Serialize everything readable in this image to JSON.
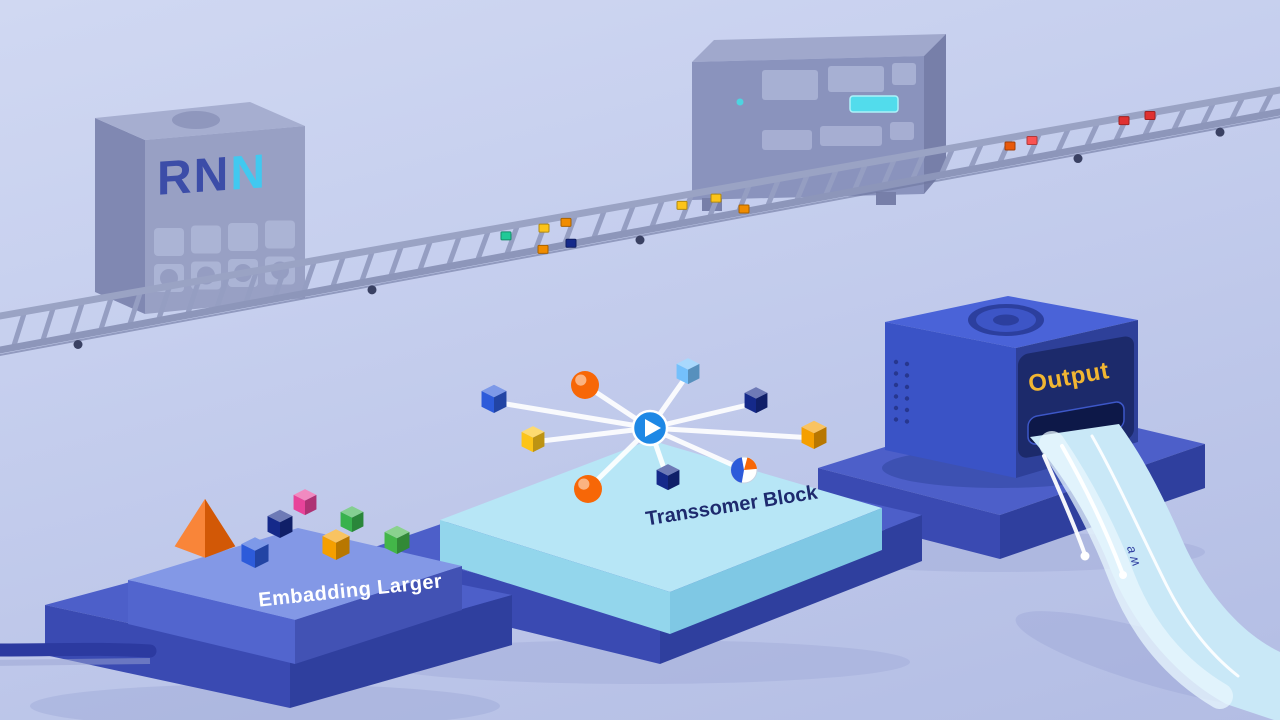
{
  "labels": {
    "rnn_dark": "RN",
    "rnn_cyan": "N",
    "embedding_board": "Embadding Larger",
    "transformer_board": "Transsomer Block",
    "output": "Output",
    "stream_annotation": "a ʍ"
  },
  "colors": {
    "background_top": "#d0d8f2",
    "background_bottom": "#b3bde4",
    "platform_top": "#4d5fc9",
    "platform_front": "#3a4ab2",
    "platform_side": "#2f3f9e",
    "machine_slate": "#98a0c4",
    "embedding_board_top": "#8398e6",
    "transformer_board_top": "#b7e6f6",
    "output_machine": "#3d57c8",
    "output_panel": "#1c2a6b",
    "gold": "#f2b632",
    "cyan_text": "#41c9f0",
    "navy_text": "#3c4da8",
    "stream": "#c9e8f7"
  },
  "embedding_shapes": [
    {
      "icon": "pyramid-shape",
      "color": "#f76707"
    },
    {
      "icon": "cube-shape",
      "color": "#15298a"
    },
    {
      "icon": "cube-shape",
      "color": "#e8439a"
    },
    {
      "icon": "cube-shape",
      "color": "#38b24d"
    },
    {
      "icon": "cube-shape",
      "color": "#2d5bda"
    },
    {
      "icon": "cube-shape",
      "color": "#f59f00"
    },
    {
      "icon": "cube-shape",
      "color": "#43b649"
    }
  ],
  "transformer_nodes": [
    {
      "icon": "cube-shape",
      "color": "#2d5bda"
    },
    {
      "icon": "sphere-shape",
      "color": "#f76707"
    },
    {
      "icon": "cube-shape",
      "color": "#74c0fc"
    },
    {
      "icon": "cube-shape",
      "color": "#15298a"
    },
    {
      "icon": "cube-shape",
      "color": "#f59f00"
    },
    {
      "icon": "pie-sphere-shape",
      "color": "#2d5bda"
    },
    {
      "icon": "cube-shape",
      "color": "#15298a"
    },
    {
      "icon": "sphere-shape",
      "color": "#f76707"
    },
    {
      "icon": "cube-shape",
      "color": "#fcc419"
    }
  ],
  "center_node_icon": "play-icon",
  "conveyor_items": [
    "#20c997",
    "#fcc419",
    "#f08c00",
    "#f08c00",
    "#15298a",
    "#fcc419",
    "#fcc419",
    "#f08c00",
    "#e8590c",
    "#fa5252",
    "#e03131",
    "#e03131"
  ]
}
